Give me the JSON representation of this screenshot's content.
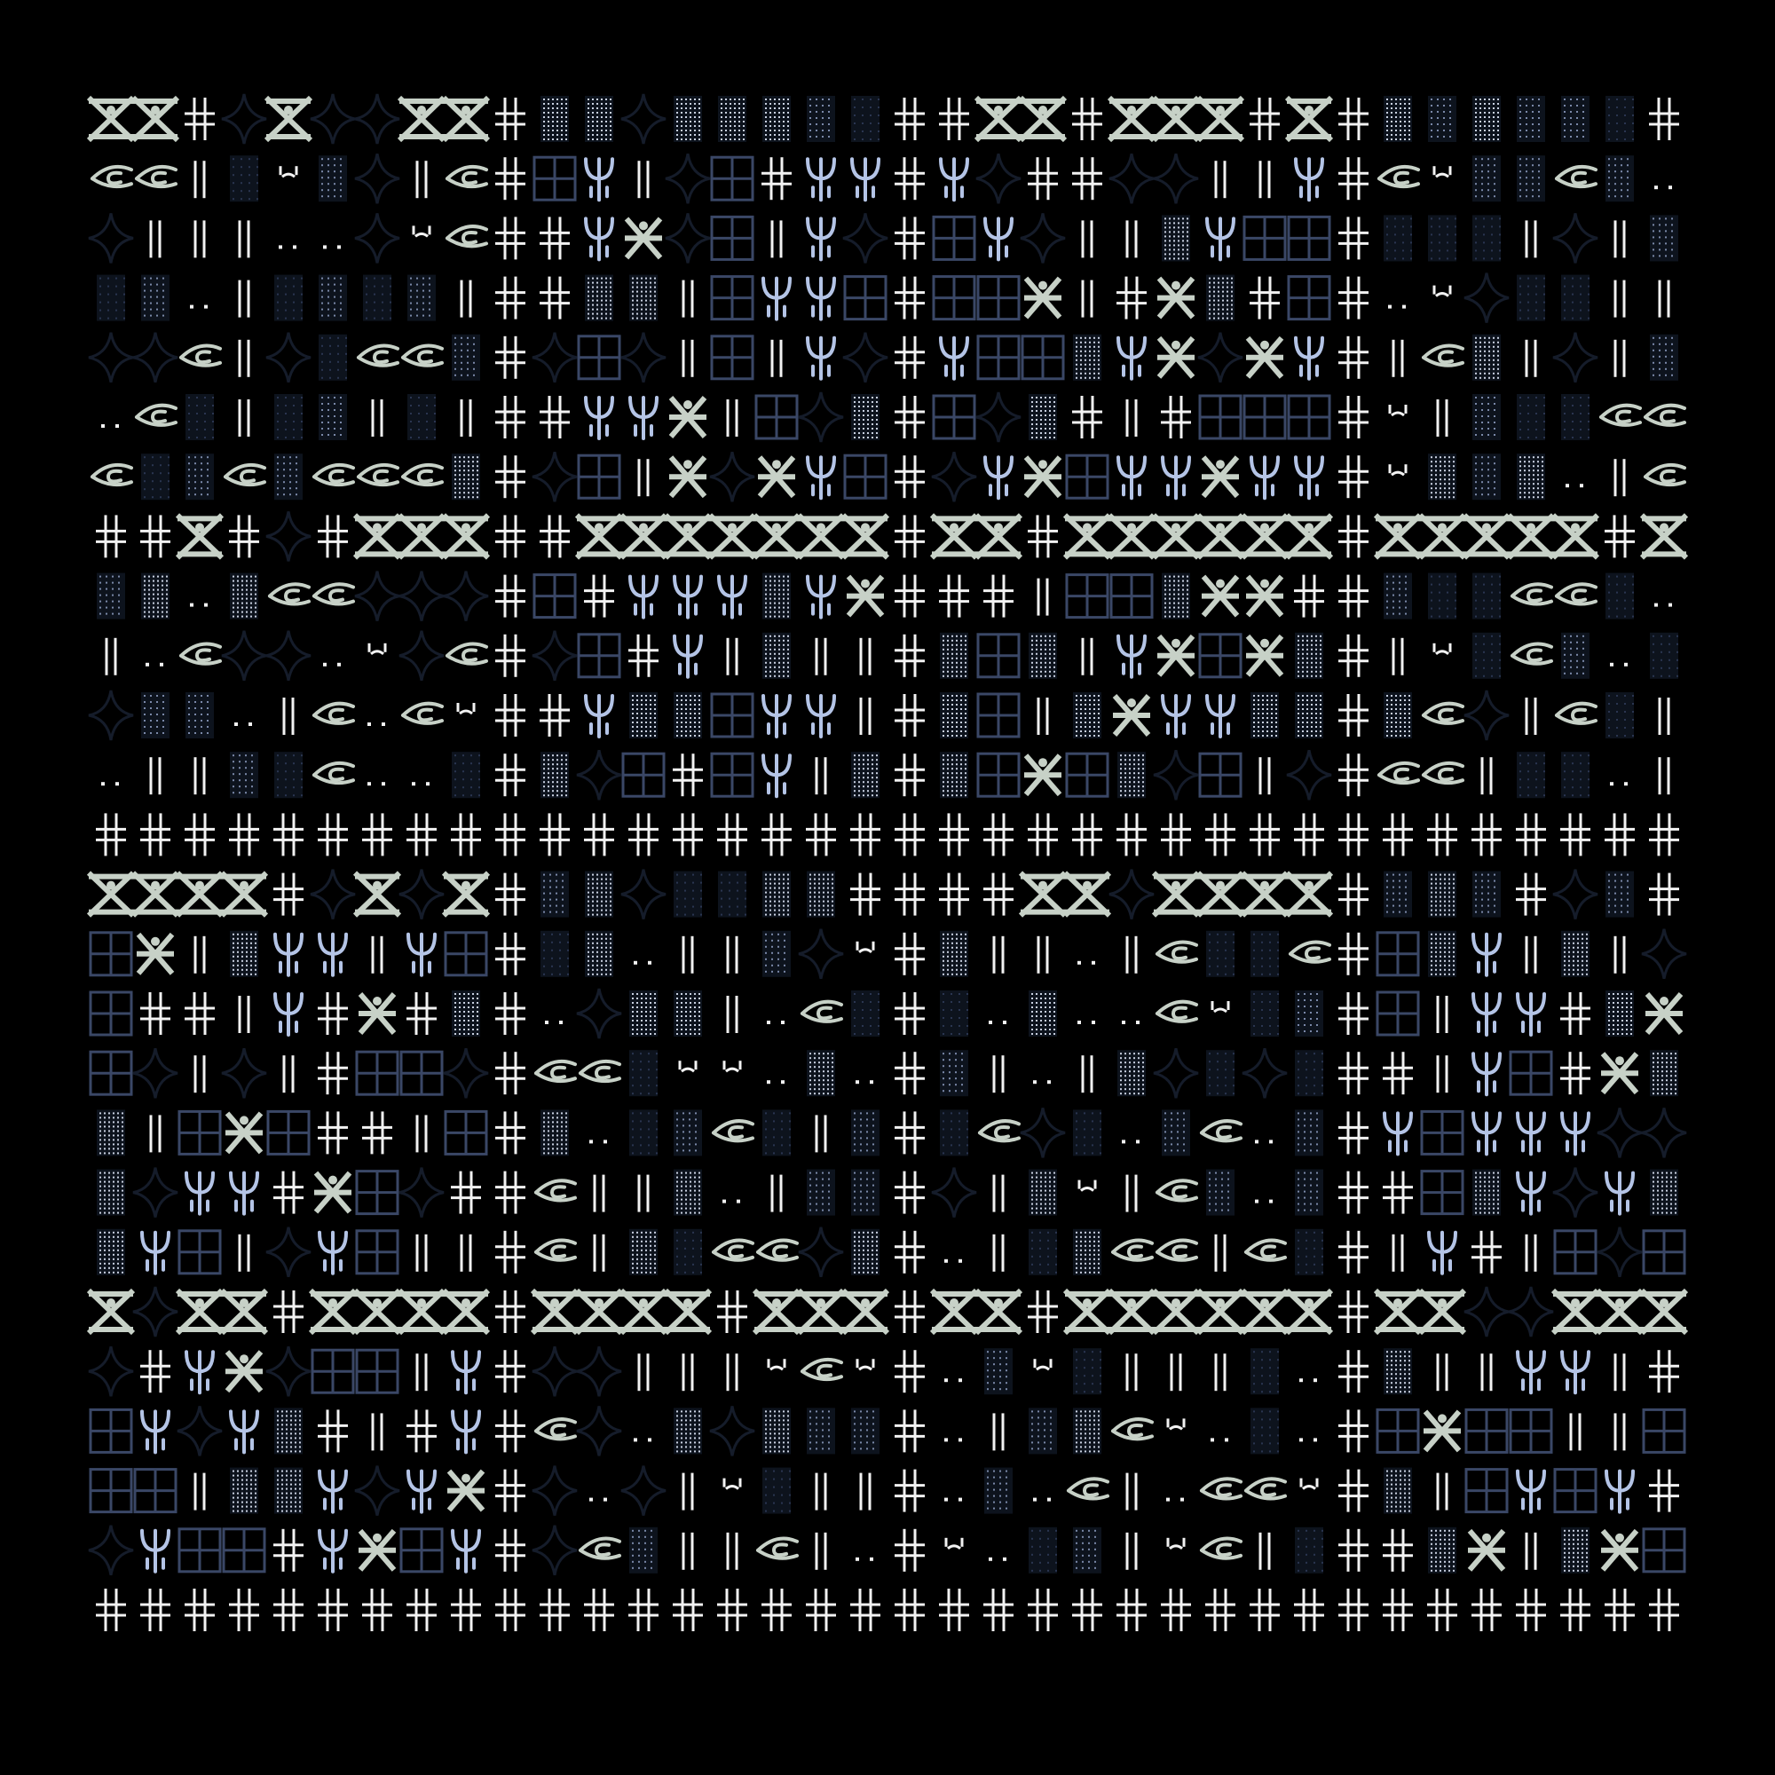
{
  "palette": {
    "background": "#000000",
    "frame": "#0a0a0a",
    "cross": "#f2f2f2",
    "weave": "#c7d1c7",
    "glyph_blue": "#b4c4e6",
    "grid_line": "#3a4766",
    "star": "#151c2a",
    "tile_dark": "#0d131d",
    "dot_light": "#c8d0e0",
    "dot_mid": "#7a88a8",
    "dot_dark": "#2a3550",
    "eye": "#c7d1c7",
    "bar": "#f2f2f2"
  },
  "motifs": [
    "double-cross",
    "diamond-weave",
    "trident",
    "grid-box",
    "four-point-star",
    "dot-tile",
    "eye",
    "double-bar",
    "quote-mark",
    "asterisk"
  ]
}
